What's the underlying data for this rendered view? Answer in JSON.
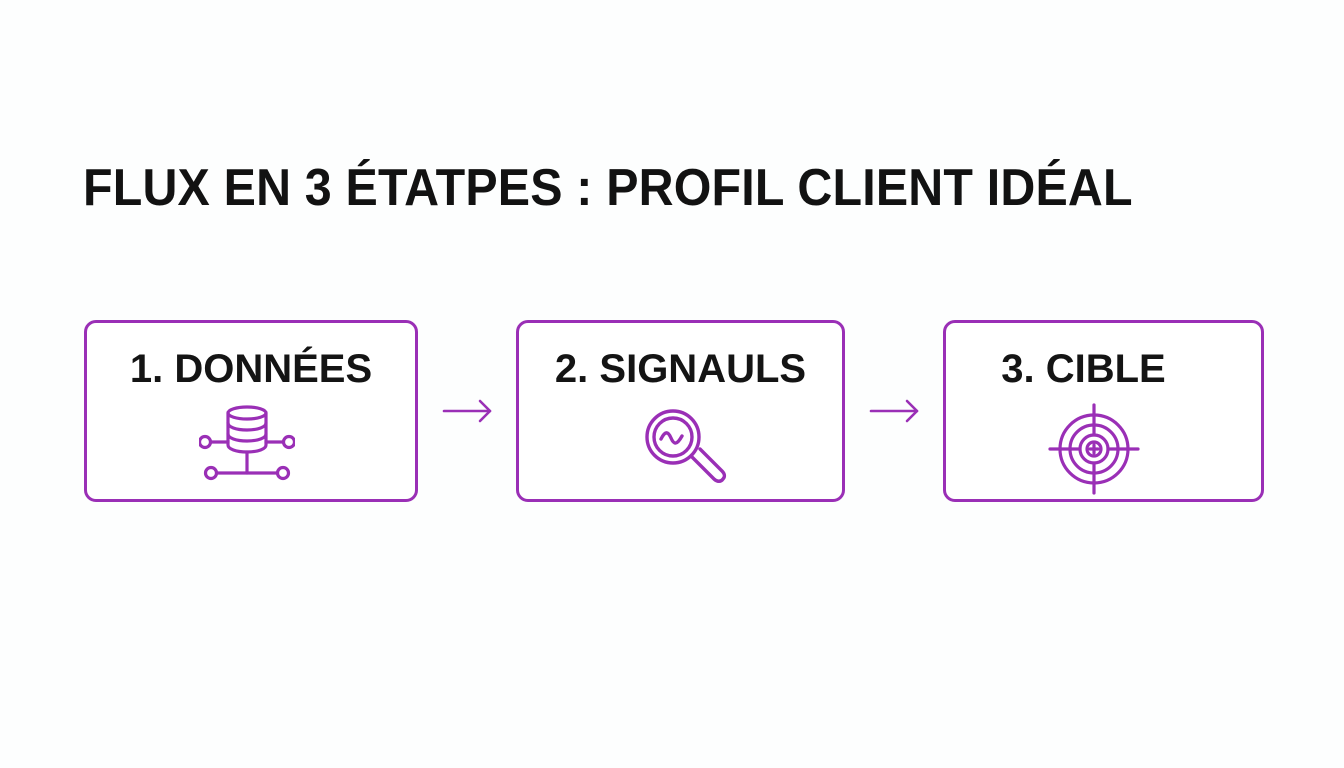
{
  "title": "FLUX EN 3 ÉTATPES : PROFIL CLIENT IDÉAL",
  "accent_color": "#9a2fb6",
  "steps": [
    {
      "label": "1. DONNÉES",
      "icon": "database-network-icon"
    },
    {
      "label": "2. SIGNAULS",
      "icon": "magnifier-signal-icon"
    },
    {
      "label": "3. CIBLE",
      "icon": "target-crosshair-icon"
    }
  ],
  "arrows": [
    "arrow-right-icon",
    "arrow-right-icon"
  ]
}
